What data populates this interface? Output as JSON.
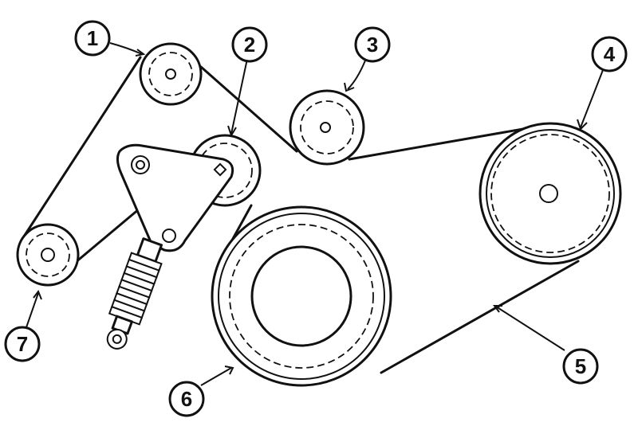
{
  "callouts": [
    {
      "id": "1",
      "label": "1"
    },
    {
      "id": "2",
      "label": "2"
    },
    {
      "id": "3",
      "label": "3"
    },
    {
      "id": "4",
      "label": "4"
    },
    {
      "id": "5",
      "label": "5"
    },
    {
      "id": "6",
      "label": "6"
    },
    {
      "id": "7",
      "label": "7"
    }
  ],
  "colors": {
    "ink": "#111111",
    "paper": "#ffffff"
  }
}
